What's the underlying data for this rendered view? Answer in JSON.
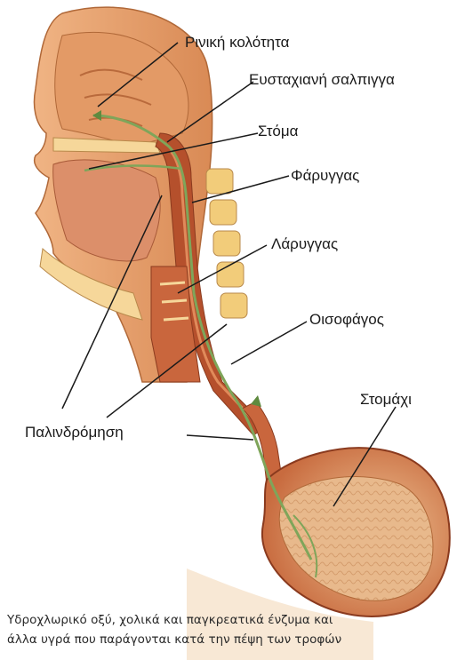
{
  "labels": {
    "nasal_cavity": "Ρινική κολότητα",
    "eustachian_tube": "Ευσταχιανή σαλπιγγα",
    "mouth": "Στόμα",
    "pharynx": "Φάρυγγας",
    "larynx": "Λάρυγγας",
    "esophagus": "Οισοφάγος",
    "reflux": "Παλινδρόμηση",
    "stomach": "Στομάχι"
  },
  "caption": {
    "line1": "Υδροχλωρικό οξύ, χολικά και παγκρεατικά ένζυμα και",
    "line2": "άλλα υγρά που παράγονται κατά την πέψη των τροφών"
  },
  "colors": {
    "tissue": "#e9a46a",
    "tissue_dark": "#c9663d",
    "muscle": "#b5502c",
    "cartilage": "#f6d79a",
    "vertebra": "#f2cc7a",
    "reflux_path": "#7fa55a",
    "stomach_inner": "#e8b98c"
  }
}
